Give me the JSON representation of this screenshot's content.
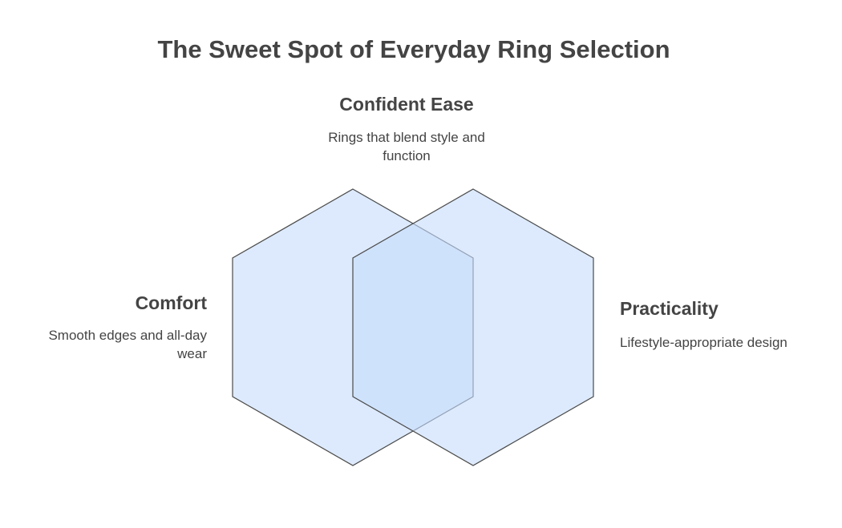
{
  "title": "The Sweet Spot of Everyday Ring Selection",
  "colors": {
    "hex_fill": "#c6dcfb",
    "hex_stroke": "#4a4a4a",
    "text": "#444444"
  },
  "regions": {
    "top": {
      "title": "Confident Ease",
      "description": "Rings that blend style and function"
    },
    "left": {
      "title": "Comfort",
      "description": "Smooth edges and all-day wear"
    },
    "right": {
      "title": "Practicality",
      "description": "Lifestyle-appropriate design"
    }
  }
}
